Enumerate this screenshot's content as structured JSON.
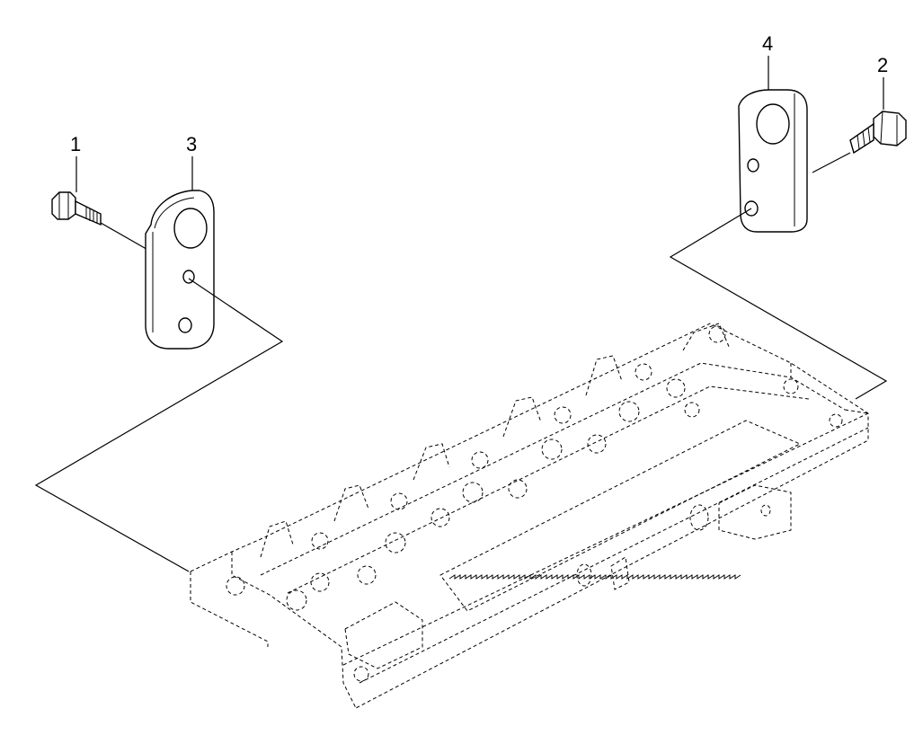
{
  "callouts": {
    "p1": "1",
    "p2": "2",
    "p3": "3",
    "p4": "4"
  }
}
